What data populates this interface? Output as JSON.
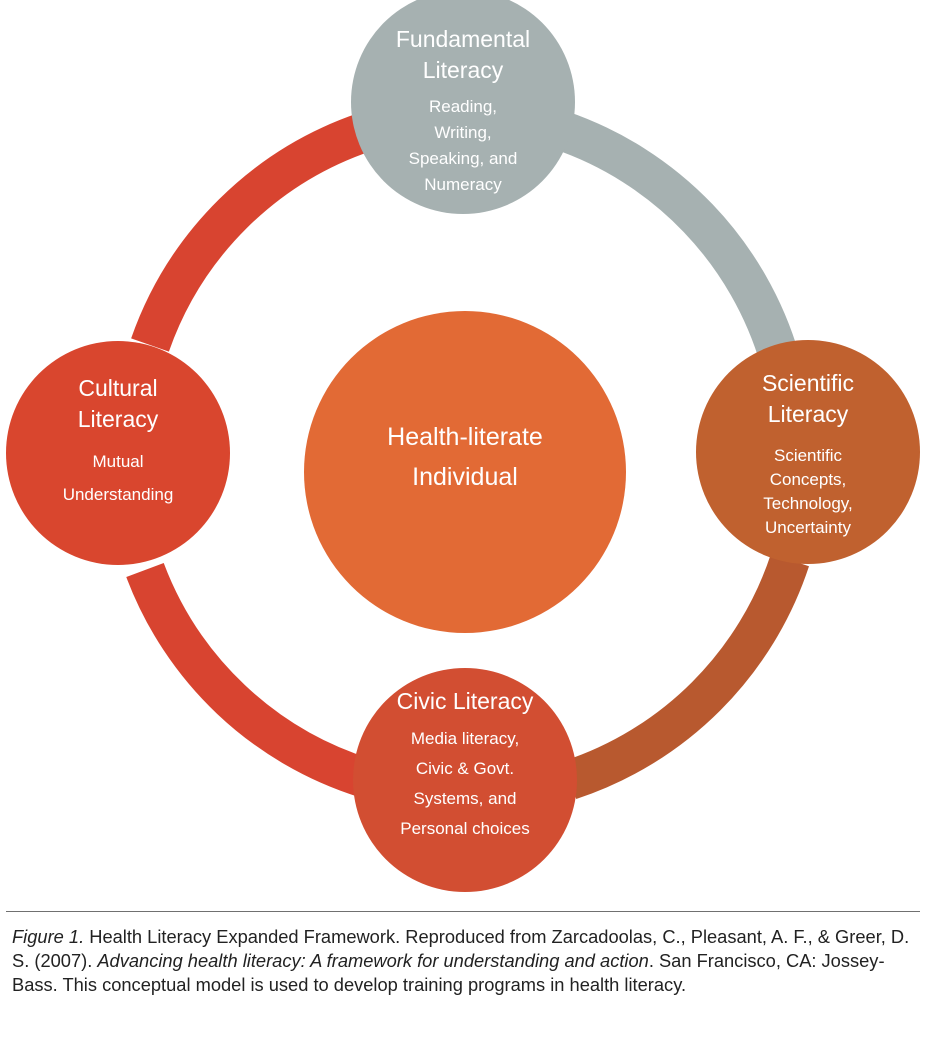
{
  "colors": {
    "fundamental": "#a6b1b1",
    "cultural": "#d9462e",
    "scientific": "#c0612f",
    "civic": "#d24e32",
    "center": "#e26a35",
    "ring_top_right": "#a6b1b1",
    "ring_bottom_right": "#b8592f",
    "ring_left": "#d84430"
  },
  "nodes": {
    "fundamental": {
      "title_1": "Fundamental",
      "title_2": "Literacy",
      "lines": [
        "Reading,",
        "Writing,",
        "Speaking, and",
        "Numeracy"
      ]
    },
    "cultural": {
      "title_1": "Cultural",
      "title_2": "Literacy",
      "lines": [
        "Mutual",
        "Understanding"
      ]
    },
    "scientific": {
      "title_1": "Scientific",
      "title_2": "Literacy",
      "lines": [
        "Scientific",
        "Concepts,",
        "Technology,",
        "Uncertainty"
      ]
    },
    "civic": {
      "title_1": "Civic Literacy",
      "lines": [
        "Media literacy,",
        "Civic & Govt.",
        "Systems, and",
        "Personal choices"
      ]
    },
    "center": {
      "title_1": "Health-literate",
      "title_2": "Individual"
    }
  },
  "caption": {
    "label": "Figure 1.",
    "text_1": " Health Literacy Expanded Framework. Reproduced from Zarcadoolas, C., Pleasant, A. F., & Greer, D. S. (2007). ",
    "book_title": "Advancing health literacy: A framework for understanding and action",
    "text_2": ". San Francisco, CA: Jossey-Bass. This conceptual model is used to develop training programs in health literacy."
  }
}
